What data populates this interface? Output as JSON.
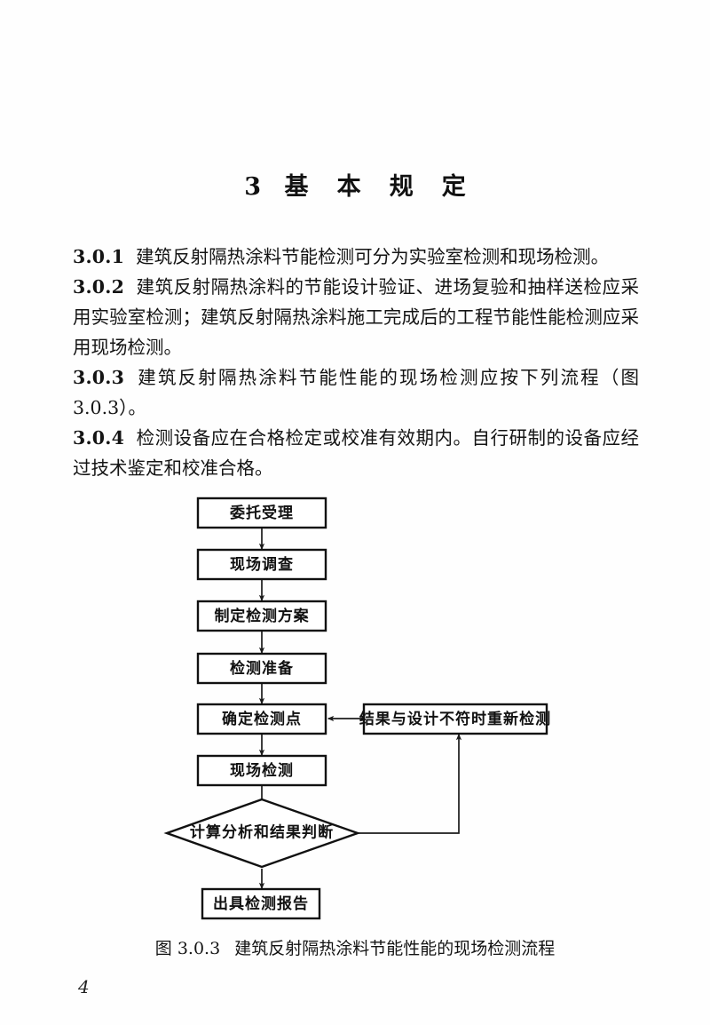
{
  "chapter": {
    "number": "3",
    "title": "基 本 规 定"
  },
  "paragraphs": [
    {
      "label": "3.0.1",
      "text": "建筑反射隔热涂料节能检测可分为实验室检测和现场检测。"
    },
    {
      "label": "3.0.2",
      "text": "建筑反射隔热涂料的节能设计验证、进场复验和抽样送检应采用实验室检测；建筑反射隔热涂料施工完成后的工程节能性能检测应采用现场检测。"
    },
    {
      "label": "3.0.3",
      "text": "建筑反射隔热涂料节能性能的现场检测应按下列流程（图 3.0.3）。"
    },
    {
      "label": "3.0.4",
      "text": "检测设备应在合格检定或校准有效期内。自行研制的设备应经过技术鉴定和校准合格。"
    }
  ],
  "flowchart": {
    "nodes": [
      {
        "id": "n1",
        "shape": "rect",
        "label": "委托受理"
      },
      {
        "id": "n2",
        "shape": "rect",
        "label": "现场调查"
      },
      {
        "id": "n3",
        "shape": "rect",
        "label": "制定检测方案"
      },
      {
        "id": "n4",
        "shape": "rect",
        "label": "检测准备"
      },
      {
        "id": "n5",
        "shape": "rect",
        "label": "确定检测点"
      },
      {
        "id": "n6",
        "shape": "rect",
        "label": "现场检测"
      },
      {
        "id": "n7",
        "shape": "diamond",
        "label": "计算分析和结果判断"
      },
      {
        "id": "n8",
        "shape": "rect",
        "label": "出具检测报告"
      },
      {
        "id": "n9",
        "shape": "rect",
        "label": "结果与设计不符时重新检测"
      }
    ],
    "edges": [
      {
        "from": "n1",
        "to": "n2"
      },
      {
        "from": "n2",
        "to": "n3"
      },
      {
        "from": "n3",
        "to": "n4"
      },
      {
        "from": "n4",
        "to": "n5"
      },
      {
        "from": "n5",
        "to": "n6"
      },
      {
        "from": "n6",
        "to": "n7"
      },
      {
        "from": "n7",
        "to": "n8"
      },
      {
        "from": "n7",
        "to": "n9"
      },
      {
        "from": "n9",
        "to": "n5"
      }
    ]
  },
  "figure_caption": {
    "number": "图 3.0.3",
    "title": "建筑反射隔热涂料节能性能的现场检测流程"
  },
  "page_number": "4",
  "colors": {
    "ink": "#111111",
    "paper": "#fefefe"
  }
}
